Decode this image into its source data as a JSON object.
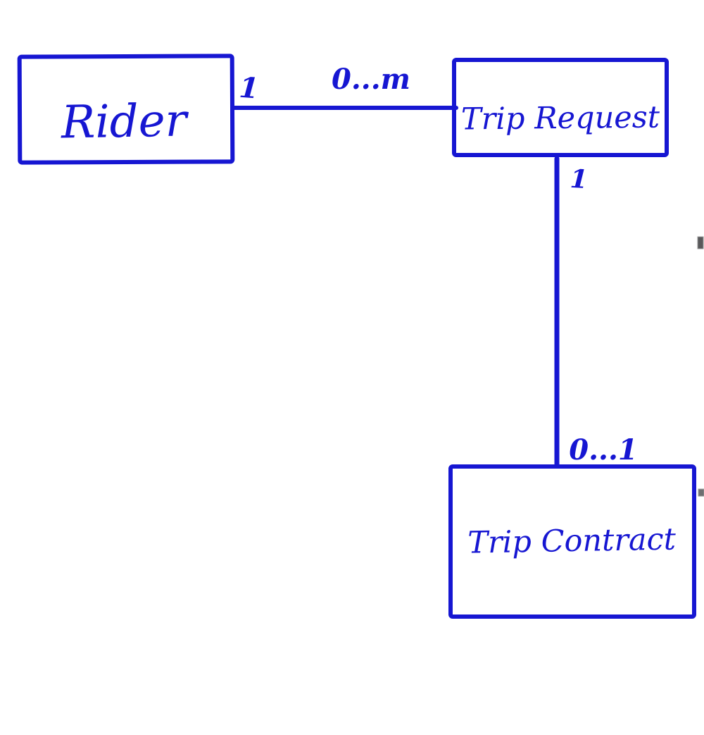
{
  "diagram": {
    "type": "entity-relationship",
    "style": "hand-drawn",
    "ink_color": "#1616d2",
    "background_color": "#ffffff",
    "entities": {
      "rider": {
        "label": "Rider"
      },
      "trip_request": {
        "label": "Trip Request"
      },
      "trip_contract": {
        "label": "Trip Contract"
      }
    },
    "relationships": [
      {
        "from": "Rider",
        "to": "Trip Request",
        "cardinality_from": "1",
        "cardinality_to": "0...m"
      },
      {
        "from": "Trip Request",
        "to": "Trip Contract",
        "cardinality_from": "1",
        "cardinality_to": "0...1"
      }
    ]
  }
}
